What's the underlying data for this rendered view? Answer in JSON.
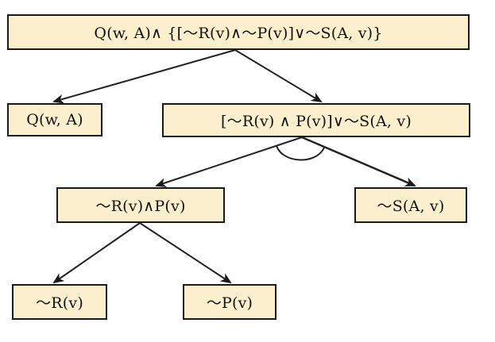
{
  "nodes": {
    "root": "Q(w, A)∧ {[～R(v)∧～P(v)]∨～S(A, v)}",
    "q_w_a": "Q(w, A)",
    "disjunction": "[～R(v) ∧ P(v)]∨～S(A, v)",
    "conjunction": "～R(v)∧P(v)",
    "not_s": "～S(A, v)",
    "not_r": "～R(v)",
    "not_p": "～P(v)"
  },
  "colors": {
    "node_fill": "#fbefcd",
    "border": "#1a1a1a",
    "edge": "#222222"
  }
}
